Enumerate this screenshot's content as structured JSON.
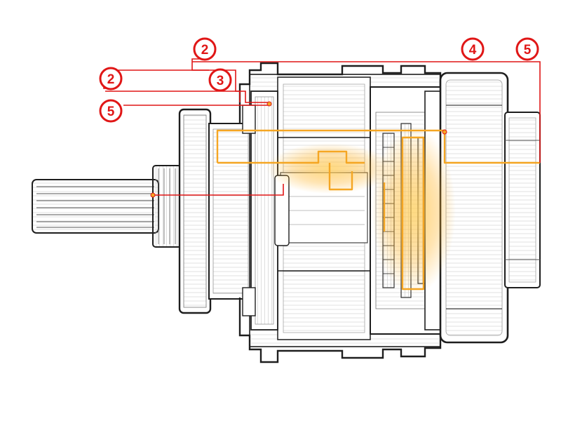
{
  "callouts": [
    {
      "id": "c1",
      "label": "2"
    },
    {
      "id": "c2",
      "label": "2"
    },
    {
      "id": "c3",
      "label": "3"
    },
    {
      "id": "c4",
      "label": "5"
    },
    {
      "id": "c5",
      "label": "4"
    },
    {
      "id": "c6",
      "label": "5"
    }
  ],
  "colors": {
    "line_art": "#1e1e1e",
    "hatch": "#8a8a8a",
    "leader": "#e01616",
    "highlight": "#f5a623",
    "background": "#ffffff"
  }
}
